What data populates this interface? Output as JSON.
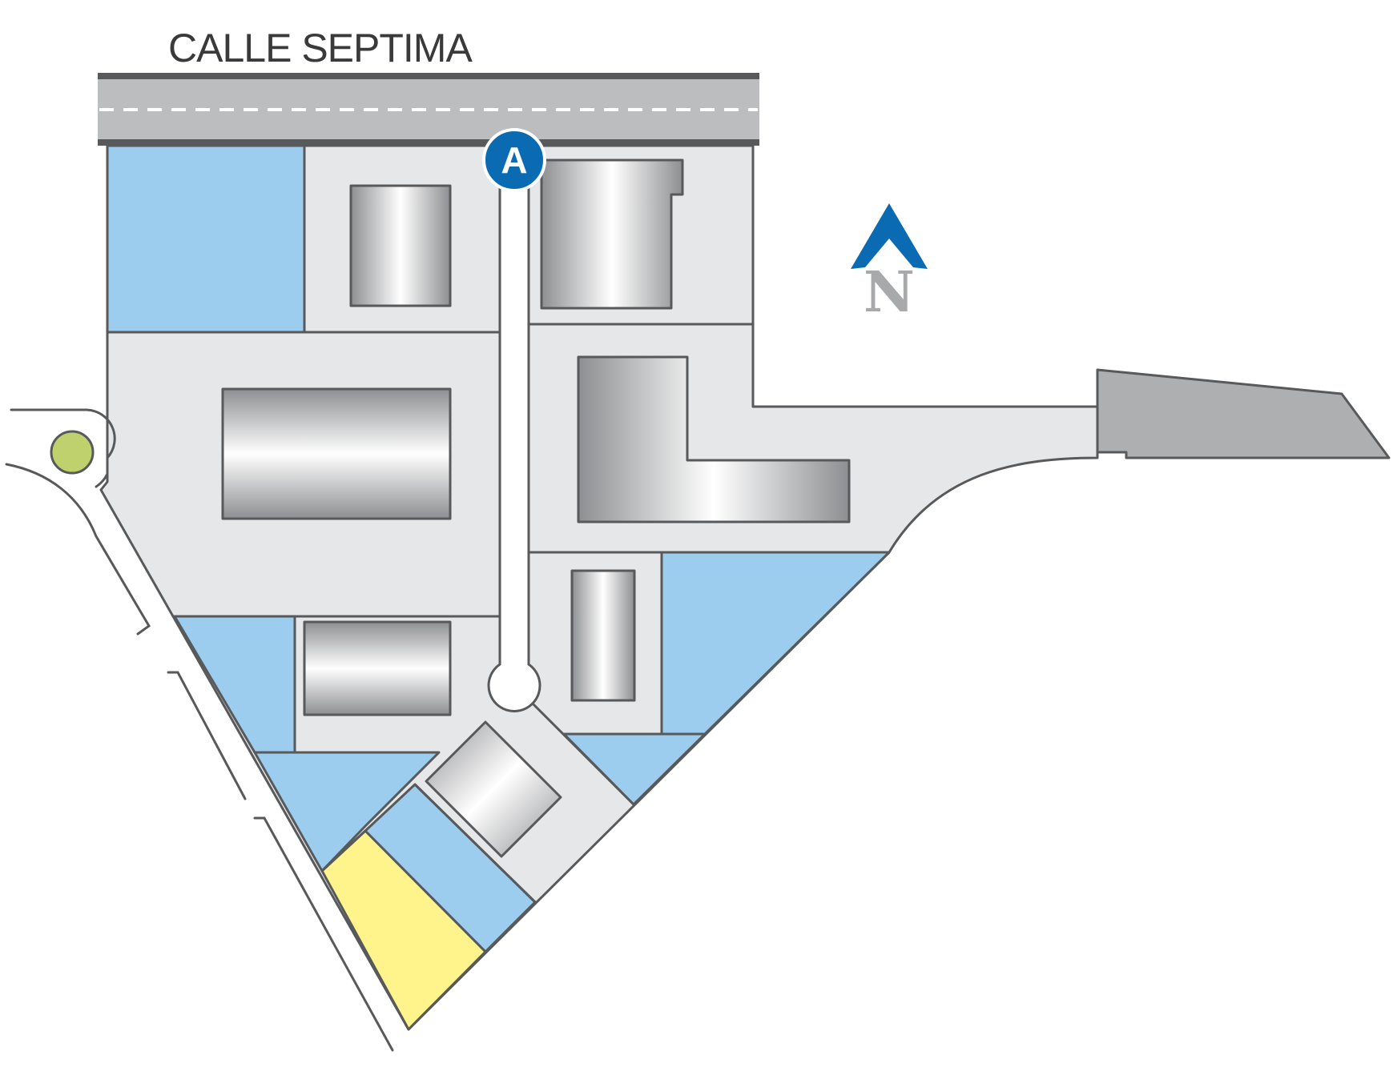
{
  "street": {
    "name": "CALLE SEPTIMA"
  },
  "entrance_marker": {
    "label": "A",
    "color": "#0a6bb3"
  },
  "compass": {
    "letter": "N",
    "arrow_color": "#0a6bb3",
    "letter_color": "#a8a9ab"
  },
  "colors": {
    "lot": "#e6e7e8",
    "green_space": "#9dcdee",
    "highlight_zone": "#fff38c",
    "road": "#bcbdbf",
    "annex": "#aeafb1",
    "roundabout": "#bed16d",
    "outline": "#58595b"
  }
}
